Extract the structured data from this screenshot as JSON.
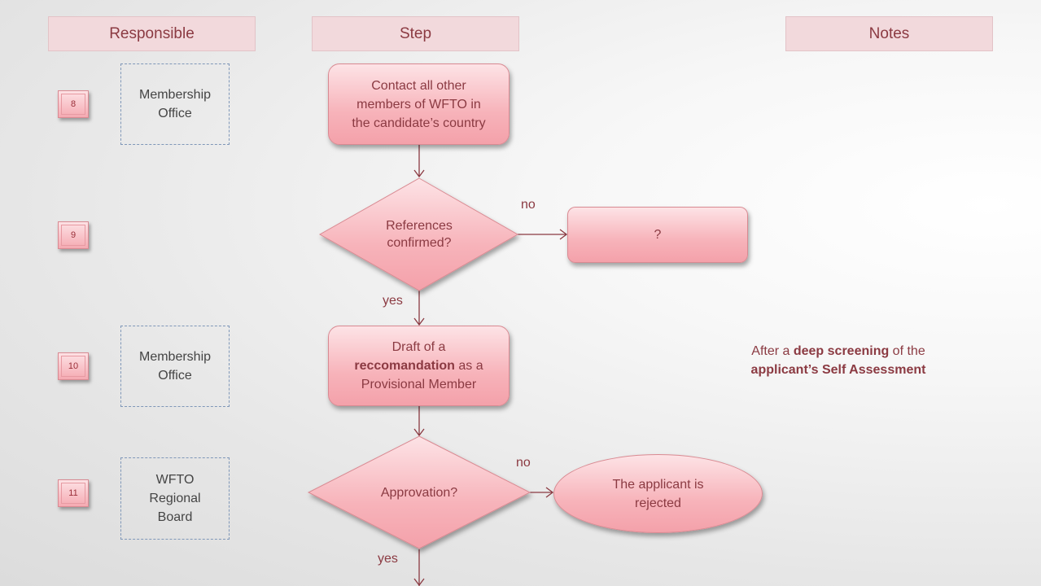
{
  "headers": {
    "responsible": "Responsible",
    "step": "Step",
    "notes": "Notes"
  },
  "rows": [
    {
      "number": "8",
      "responsible": [
        "Membership",
        "Office"
      ]
    },
    {
      "number": "9",
      "responsible": []
    },
    {
      "number": "10",
      "responsible": [
        "Membership",
        "Office"
      ]
    },
    {
      "number": "11",
      "responsible": [
        "WFTO",
        "Regional",
        "Board"
      ]
    }
  ],
  "steps": {
    "contact": [
      "Contact all other",
      "members of WFTO in",
      "the candidate’s country"
    ],
    "references_decision": [
      "References",
      "confirmed?"
    ],
    "unknown_outcome": "?",
    "draft": {
      "line1": "Draft of a",
      "bold": "reccomandation",
      "after_bold": " as a",
      "line3": "Provisional Member"
    },
    "approval_decision": "Approvation?",
    "rejected": [
      "The applicant is",
      "rejected"
    ]
  },
  "edge_labels": {
    "refs_no": "no",
    "refs_yes": "yes",
    "approval_no": "no",
    "approval_yes": "yes"
  },
  "note": {
    "part1": "After a ",
    "bold1": "deep screening",
    "part2": " of the",
    "bold2": "applicant’s Self Assessment"
  },
  "colors": {
    "accent_text": "#8b3a42",
    "shape_fill_top": "#fde3e6",
    "shape_fill_bottom": "#f4a1aa",
    "connector": "#8b3a42",
    "dashed_border": "#7f97b8"
  }
}
